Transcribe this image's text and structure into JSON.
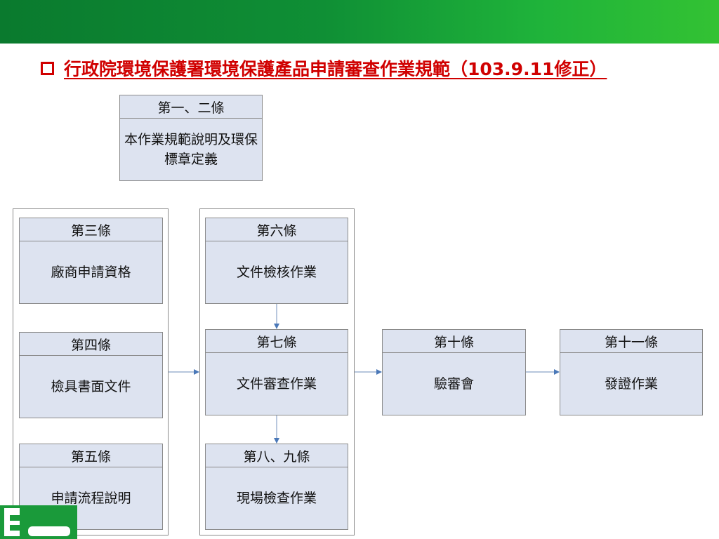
{
  "title": "行政院環境保護署環境保護產品申請審查作業規範（103.9.11修正）",
  "colors": {
    "title": "#d00000",
    "banner": "#0f8f35",
    "box_fill": "#dde3f0",
    "arrow": "#4a78b8"
  },
  "boxes": {
    "art12": {
      "header": "第一、二條",
      "body": "本作業規範說明及環保標章定義"
    },
    "art3": {
      "header": "第三條",
      "body": "廠商申請資格"
    },
    "art4": {
      "header": "第四條",
      "body": "檢具書面文件"
    },
    "art5": {
      "header": "第五條",
      "body": "申請流程說明"
    },
    "art6": {
      "header": "第六條",
      "body": "文件檢核作業"
    },
    "art7": {
      "header": "第七條",
      "body": "文件審查作業"
    },
    "art89": {
      "header": "第八、九條",
      "body": "現場檢查作業"
    },
    "art10": {
      "header": "第十條",
      "body": "驗審會"
    },
    "art11": {
      "header": "第十一條",
      "body": "發證作業"
    }
  }
}
